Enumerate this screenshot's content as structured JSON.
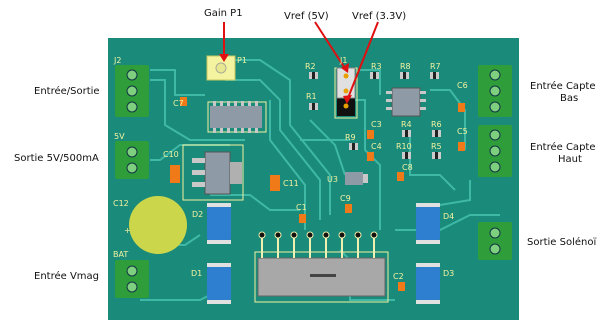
{
  "annotations": {
    "gain": "Gain P1",
    "vref5": "Vref (5V)",
    "vref33": "Vref (3.3V)",
    "io": "Entrée/Sortie",
    "out5v": "Sortie 5V/500mA",
    "vmag": "Entrée Vmag",
    "capt_bas_1": "Entrée Capte",
    "capt_bas_2": "Bas",
    "capt_haut_1": "Entrée Capte",
    "capt_haut_2": "Haut",
    "solenoid": "Sortie Solénoï"
  },
  "silkscreen": {
    "j2": "J2",
    "p1": "P1",
    "c7": "C7",
    "fiveV": "5V",
    "c10": "C10",
    "c11": "C11",
    "c12": "C12",
    "plus": "+",
    "d2": "D2",
    "d1": "D1",
    "bat": "BAT",
    "j1": "J1",
    "r2": "R2",
    "r1": "R1",
    "r3": "R3",
    "r8": "R8",
    "r7": "R7",
    "r9": "R9",
    "r4": "R4",
    "r6": "R6",
    "r10": "R10",
    "r5": "R5",
    "c3": "C3",
    "c4": "C4",
    "c8": "C8",
    "u3": "U3",
    "c9": "C9",
    "c1": "C1",
    "c2": "C2",
    "d3": "D3",
    "d4": "D4",
    "c6": "C6",
    "c5": "C5"
  },
  "colors": {
    "board": "#1a8a7a",
    "board_light": "#22a090",
    "trace": "#3fb8a6",
    "silk": "#f2f2a0",
    "terminal": "#2f9e3a",
    "ic": "#8e9aa6",
    "diode": "#2f7fd0",
    "capacitor": "#f07a18",
    "c12": "#ccd64a",
    "resistor": "#9a9a9a",
    "arrow": "#e01010"
  }
}
